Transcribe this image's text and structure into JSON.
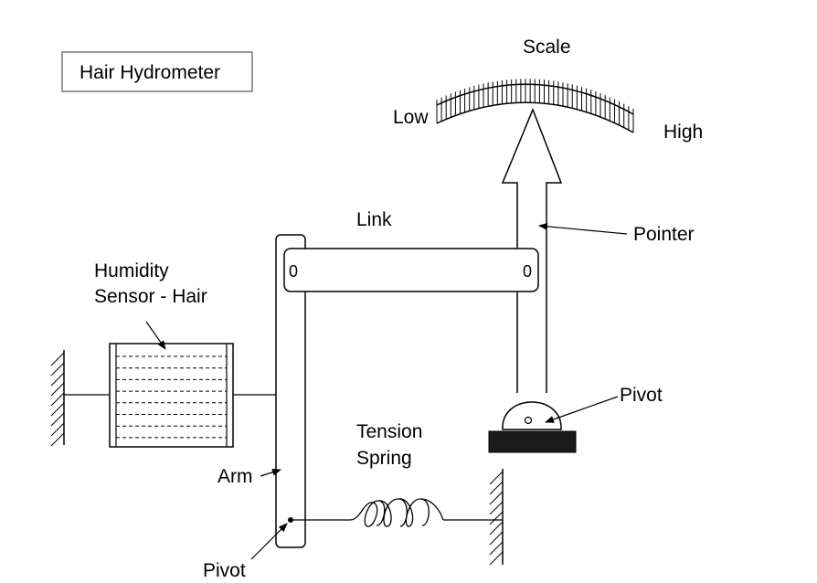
{
  "title": "Hair Hydrometer",
  "labels": {
    "scale": "Scale",
    "low": "Low",
    "high": "High",
    "link": "Link",
    "pointer": "Pointer",
    "humidity_sensor_line1": "Humidity",
    "humidity_sensor_line2": "Sensor - Hair",
    "pivot_pointer": "Pivot",
    "tension_spring_line1": "Tension",
    "tension_spring_line2": "Spring",
    "arm": "Arm",
    "pivot_arm": "Pivot",
    "link_pin_left": "0",
    "link_pin_right": "0"
  },
  "colors": {
    "ink": "#000000",
    "background": "#ffffff",
    "pivot_base": "#1a1a1a"
  }
}
